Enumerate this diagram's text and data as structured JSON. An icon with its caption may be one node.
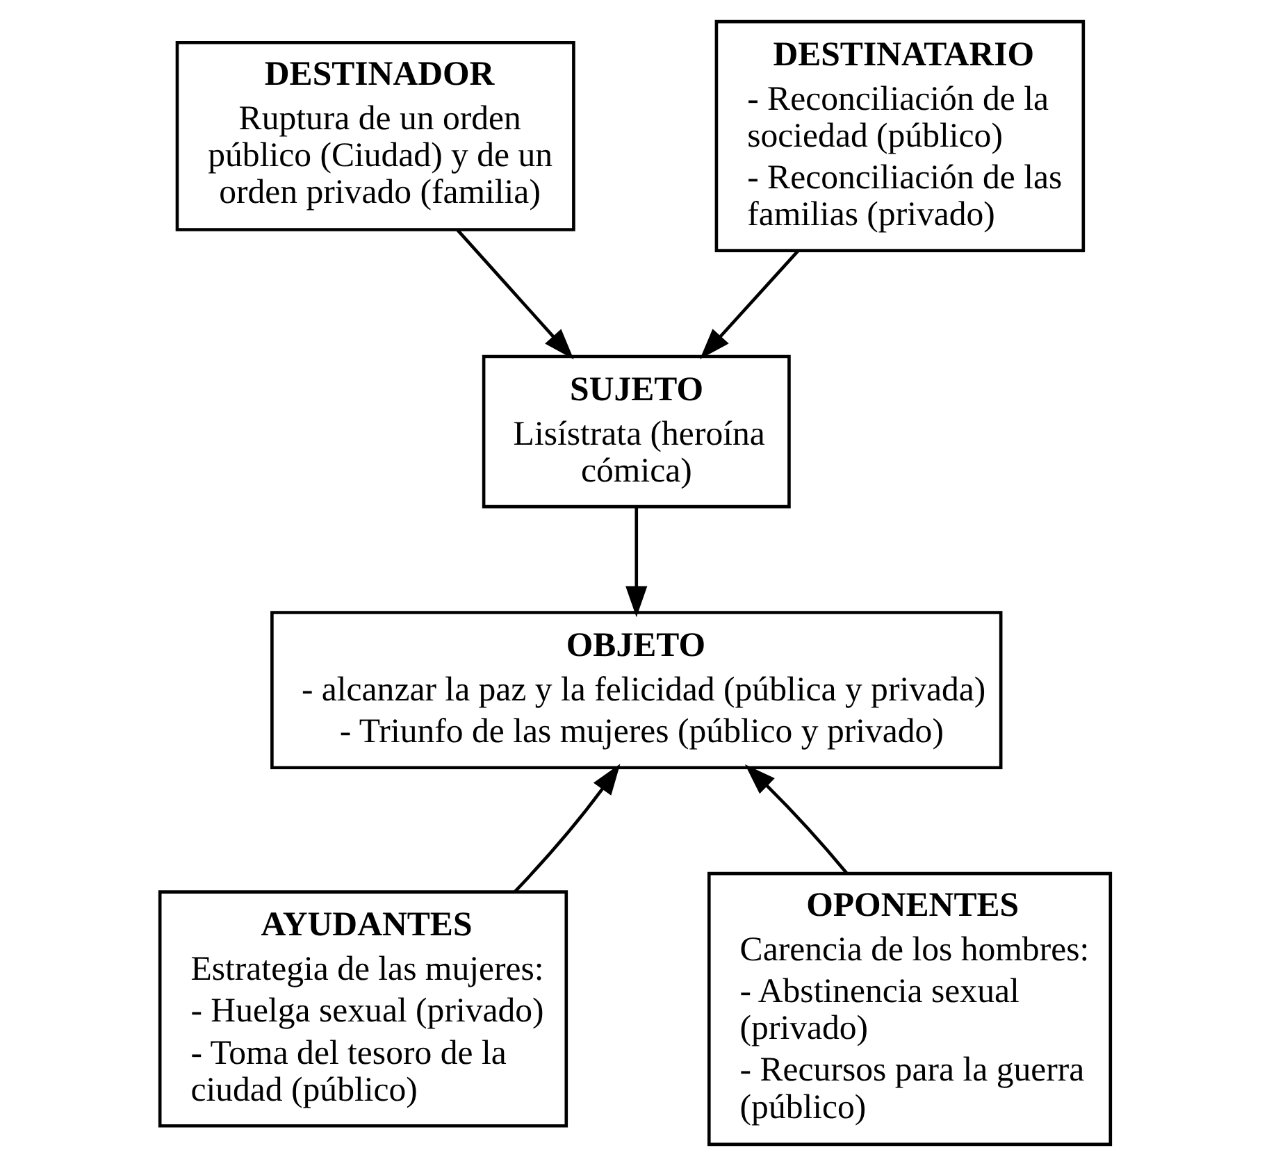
{
  "diagram": {
    "nodes": [
      {
        "text": [
          "DESTINADOR",
          "Ruptura de un orden público (Ciudad) y de un orden privado (familia)"
        ]
      },
      {
        "text": [
          "SUJETO",
          "Lisístrata (heroína cómica)"
        ]
      },
      {
        "text": [
          "DESTINATARIO",
          "- Reconciliación de la sociedad (público)",
          "- Reconciliación de las familias (privado)"
        ]
      },
      {
        "text": [
          "OBJETO",
          "- alcanzar la paz y la felicidad (pública y privada)",
          "- Triunfo de las mujeres (público y privado)"
        ]
      },
      {
        "text": [
          "AYUDANTES",
          "Estrategia de las mujeres:",
          "- Huelga sexual (privado)",
          "- Toma del tesoro de la ciudad (público)"
        ]
      },
      {
        "text": [
          "OPONENTES",
          "Carencia de los hombres:",
          "- Abstinencia sexual (privado)",
          "- Recursos para la guerra (público)"
        ]
      }
    ],
    "edges": [
      {
        "from": 0,
        "to": 1,
        "arrow": "to"
      },
      {
        "from": 2,
        "to": 1,
        "arrow": "to"
      },
      {
        "from": 1,
        "to": 3,
        "arrow": "to"
      },
      {
        "from": 4,
        "to": 3,
        "arrow": "to"
      },
      {
        "from": 5,
        "to": 3,
        "arrow": "to"
      }
    ]
  }
}
